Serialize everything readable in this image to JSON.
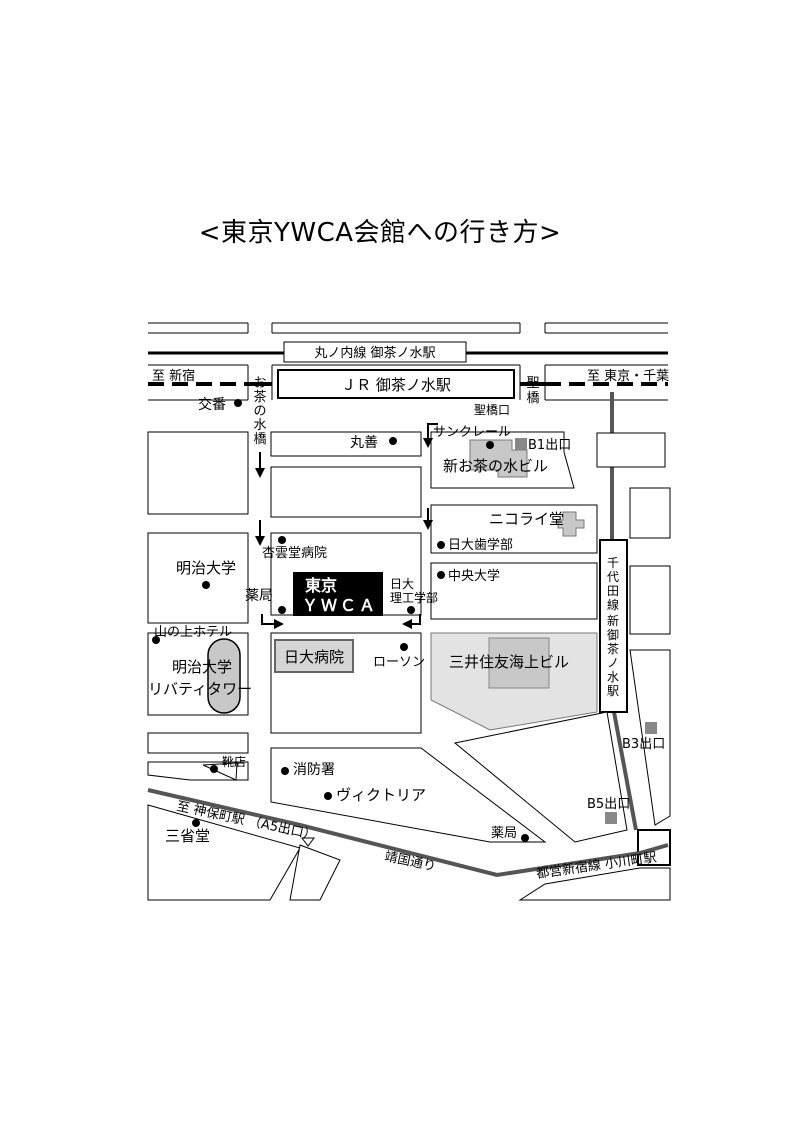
{
  "title": "<東京YWCA会館への行き方>",
  "rail": {
    "marunouchi": "丸ノ内線 御茶ノ水駅",
    "jr": "ＪＲ 御茶ノ水駅",
    "to_shinjuku": "至 新宿",
    "to_tokyo": "至 東京・千葉",
    "chiyoda_lines": [
      "千",
      "代",
      "田",
      "線",
      "新",
      "御",
      "茶",
      "ノ",
      "水",
      "駅"
    ],
    "shinjuku_line": "都営新宿線 小川町駅",
    "jimbocho": "至 神保町駅 （A5出口）"
  },
  "bridges": {
    "ochanomizu": [
      "お",
      "茶",
      "の",
      "水",
      "橋"
    ],
    "hijiri": [
      "聖",
      "橋"
    ],
    "hijiri_exit": "聖橋口"
  },
  "exits": {
    "b1": "B1出口",
    "b3": "B3出口",
    "b5": "B5出口"
  },
  "places": {
    "koban": "交番",
    "maruzen": "丸善",
    "sankureru": "サンクレール",
    "shin_ochanomizu": "新お茶の水ビル",
    "nikorai": "ニコライ堂",
    "nichidai_dental": "日大歯学部",
    "chuo_univ": "中央大学",
    "kyounsodo": "杏雲堂病院",
    "meiji_univ": "明治大学",
    "pharmacy": "薬局",
    "ywca": [
      "東京",
      "ＹＷＣＡ"
    ],
    "nichidai_sci": [
      "日大",
      "理工学部"
    ],
    "yamanoue": "山の上ホテル",
    "meiji_liberty": [
      "明治大学",
      "リバティタワー"
    ],
    "nichidai_hosp": "日大病院",
    "lawson": "ローソン",
    "mitsui": "三井住友海上ビル",
    "shoes": "靴店",
    "fire": "消防署",
    "victoria": "ヴィクトリア",
    "sanseido": "三省堂",
    "pharmacy2": "薬局",
    "yasukuni": "靖国通り"
  }
}
